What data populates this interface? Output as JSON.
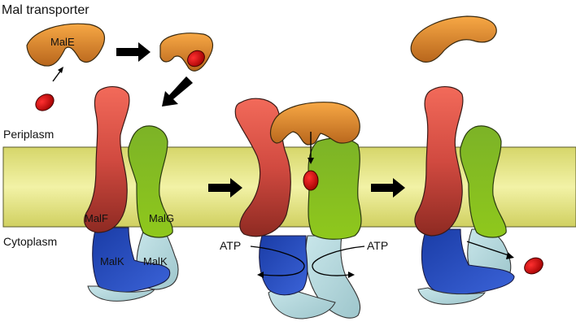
{
  "title": "Mal transporter",
  "regions": {
    "periplasm": "Periplasm",
    "cytoplasm": "Cytoplasm"
  },
  "proteins": {
    "male": "MalE",
    "malf": "MalF",
    "malg": "MalG",
    "malk_left": "MalK",
    "malk_right": "MalK"
  },
  "atp": {
    "left": "ATP",
    "right": "ATP"
  },
  "colors": {
    "membrane": "#eeee9a",
    "male": "#e6902e",
    "maltose": "#cc0000",
    "malf_top": "#f26a5a",
    "malf_bottom": "#9b2b22",
    "malg_top": "#8ec228",
    "malg_bottom": "#5e9412",
    "malk_dark": "#2f52bf",
    "malk_light": "#b7dadf",
    "arrow": "#000000"
  }
}
